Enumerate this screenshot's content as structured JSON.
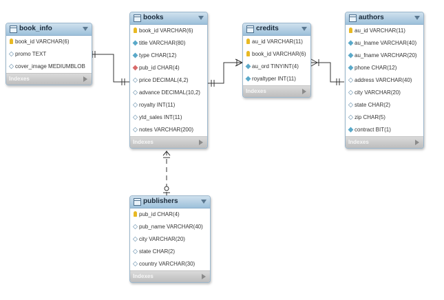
{
  "footer_label": "Indexes",
  "tables": {
    "book_info": {
      "name": "book_info",
      "columns": [
        {
          "text": "book_id VARCHAR(6)",
          "kind": "key"
        },
        {
          "text": "promo TEXT",
          "kind": "col"
        },
        {
          "text": "cover_image MEDIUMBLOB",
          "kind": "col"
        }
      ]
    },
    "books": {
      "name": "books",
      "columns": [
        {
          "text": "book_id VARCHAR(6)",
          "kind": "key"
        },
        {
          "text": "title VARCHAR(80)",
          "kind": "nn"
        },
        {
          "text": "type CHAR(12)",
          "kind": "nn"
        },
        {
          "text": "pub_id CHAR(4)",
          "kind": "fk"
        },
        {
          "text": "price DECIMAL(4,2)",
          "kind": "col"
        },
        {
          "text": "advance DECIMAL(10,2)",
          "kind": "col"
        },
        {
          "text": "royalty INT(11)",
          "kind": "col"
        },
        {
          "text": "ytd_sales INT(11)",
          "kind": "col"
        },
        {
          "text": "notes VARCHAR(200)",
          "kind": "col"
        }
      ]
    },
    "credits": {
      "name": "credits",
      "columns": [
        {
          "text": "au_id VARCHAR(11)",
          "kind": "key"
        },
        {
          "text": "book_id VARCHAR(6)",
          "kind": "key"
        },
        {
          "text": "au_ord TINYINT(4)",
          "kind": "nn"
        },
        {
          "text": "royaltyper INT(11)",
          "kind": "nn"
        }
      ]
    },
    "authors": {
      "name": "authors",
      "columns": [
        {
          "text": "au_id VARCHAR(11)",
          "kind": "key"
        },
        {
          "text": "au_lname VARCHAR(40)",
          "kind": "nn"
        },
        {
          "text": "au_fname VARCHAR(20)",
          "kind": "nn"
        },
        {
          "text": "phone CHAR(12)",
          "kind": "nn"
        },
        {
          "text": "address VARCHAR(40)",
          "kind": "col"
        },
        {
          "text": "city VARCHAR(20)",
          "kind": "col"
        },
        {
          "text": "state CHAR(2)",
          "kind": "col"
        },
        {
          "text": "zip CHAR(5)",
          "kind": "col"
        },
        {
          "text": "contract BIT(1)",
          "kind": "nn"
        }
      ]
    },
    "publishers": {
      "name": "publishers",
      "columns": [
        {
          "text": "pub_id CHAR(4)",
          "kind": "key"
        },
        {
          "text": "pub_name VARCHAR(40)",
          "kind": "col"
        },
        {
          "text": "city VARCHAR(20)",
          "kind": "col"
        },
        {
          "text": "state CHAR(2)",
          "kind": "col"
        },
        {
          "text": "country VARCHAR(30)",
          "kind": "col"
        }
      ]
    }
  },
  "colors": {
    "relationship_line": "#333333",
    "header": "#9cc0da",
    "primary_key": "#e8b923"
  }
}
